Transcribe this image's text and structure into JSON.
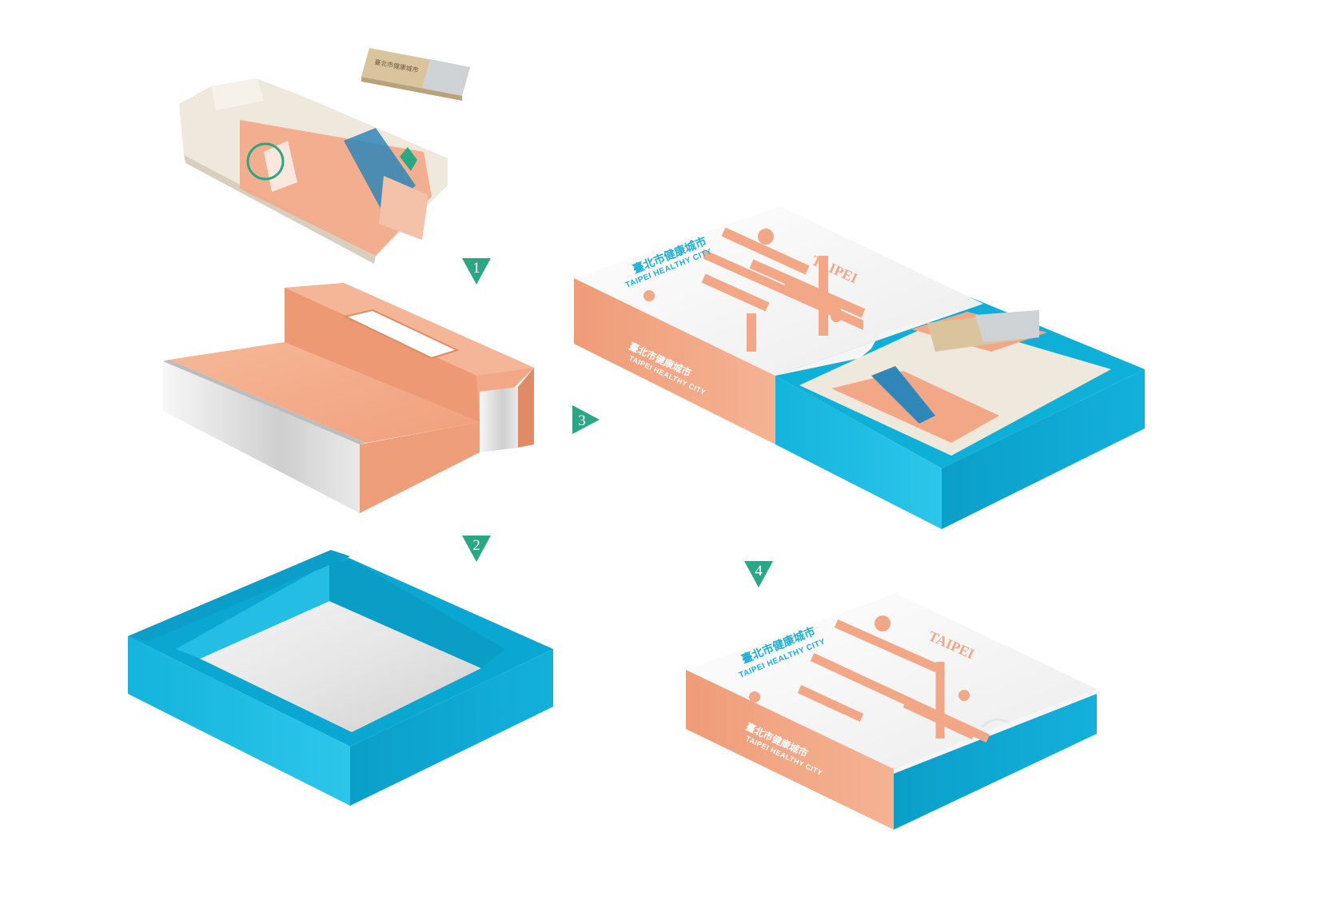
{
  "colors": {
    "step_marker": "#2aa783",
    "salmon": "#f2a887",
    "salmon_dark": "#e8916c",
    "blue": "#0fb0d8",
    "blue_dark": "#0a9cc4",
    "silver": "#d9d9d9",
    "cream": "#efe8dc",
    "white": "#ffffff"
  },
  "steps": [
    {
      "label": "1",
      "direction": "down"
    },
    {
      "label": "2",
      "direction": "down"
    },
    {
      "label": "3",
      "direction": "right"
    },
    {
      "label": "4",
      "direction": "down"
    }
  ],
  "box_printing": {
    "title_cn": "臺北市健康城市",
    "title_en": "TAIPEI HEALTHY CITY",
    "brand_word": "TAIPEI"
  },
  "card_printing": {
    "title_cn": "臺北市健康城市"
  }
}
